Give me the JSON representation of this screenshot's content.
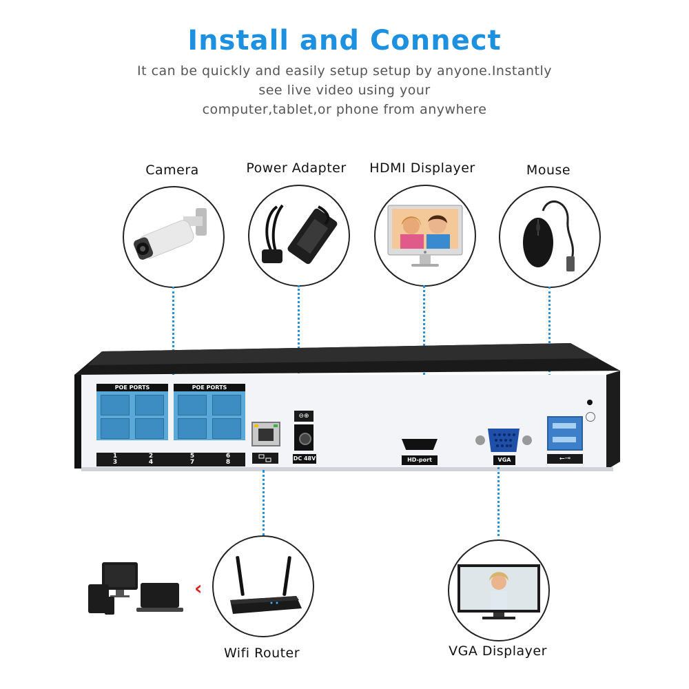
{
  "header": {
    "title": "Install and Connect",
    "subtitle_lines": [
      "It can be quickly and easily setup setup by anyone.Instantly",
      "see live video using your",
      "computer,tablet,or phone from anywhere"
    ]
  },
  "devices": {
    "camera": "Camera",
    "power_adapter": "Power Adapter",
    "hdmi_displayer": "HDMI Displayer",
    "mouse": "Mouse",
    "wifi_router": "Wifi Router",
    "vga_displayer": "VGA Displayer"
  },
  "nvr": {
    "poe_group_1": "POE PORTS",
    "poe_group_2": "POE PORTS",
    "port_numbers_top": [
      "1",
      "2",
      "5",
      "6"
    ],
    "port_numbers_bottom": [
      "3",
      "4",
      "7",
      "8"
    ],
    "dc_label": "DC 48V",
    "hdmi_label": "HD-port",
    "vga_label": "VGA"
  },
  "colors": {
    "title": "#1e90e0",
    "connector_line": "#2a8fd6",
    "poe_port": "#5aa9d8",
    "nvr_body": "#2b2b2b",
    "nvr_panel": "#f2f4f7",
    "arrow": "#e02020"
  }
}
